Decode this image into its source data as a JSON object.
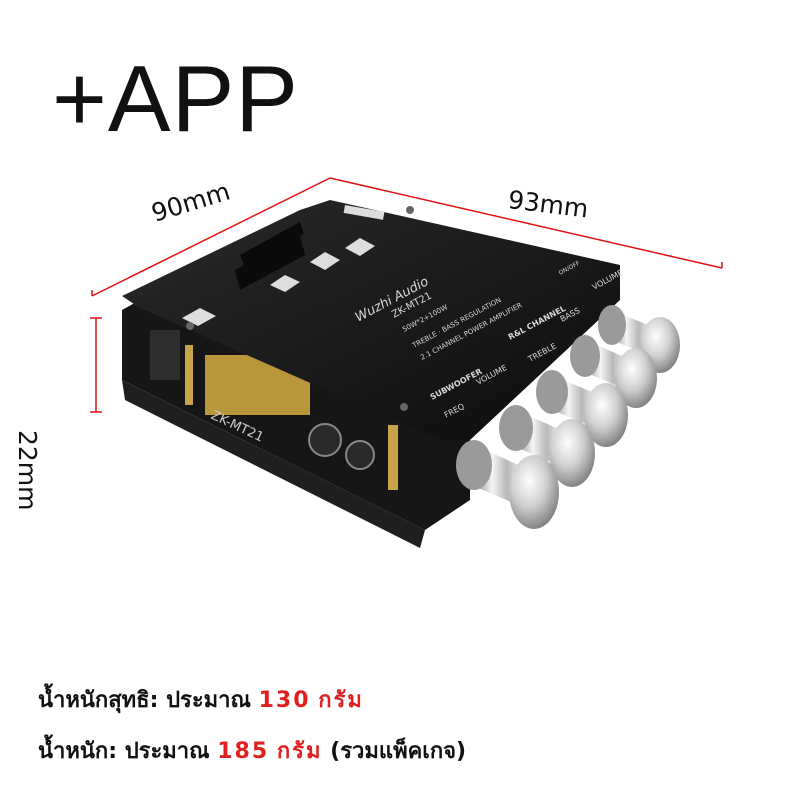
{
  "headline": "+APP",
  "dimensions": {
    "width": "90mm",
    "length": "93mm",
    "height": "22mm"
  },
  "board": {
    "brand": "Wuzhi Audio",
    "model": "ZK-MT21",
    "spec": "50W*2+100W",
    "line1": "TREBLE · BASS REGULATION",
    "line2": "2.1 CHANNEL POWER AMPLIFIER",
    "subwoofer": "SUBWOOFER",
    "rl_channel": "R&L CHANNEL",
    "freq": "FREQ",
    "volume_sub": "VOLUME",
    "treble": "TREBLE",
    "bass": "BASS",
    "volume_main": "VOLUME",
    "edge_model": "ZK-MT21",
    "power": "ON/OFF"
  },
  "info": [
    {
      "label": "น้ำหนักสุทธิ: ประมาณ",
      "value": "130",
      "unit": "กรัม",
      "suffix": ""
    },
    {
      "label": "น้ำหนัก: ประมาณ",
      "value": "185",
      "unit": "กรัม",
      "suffix": "(รวมแพ็คเกจ)"
    }
  ],
  "colors": {
    "accent": "#e02020",
    "dimension_line": "#e01010",
    "board": "#141414"
  }
}
